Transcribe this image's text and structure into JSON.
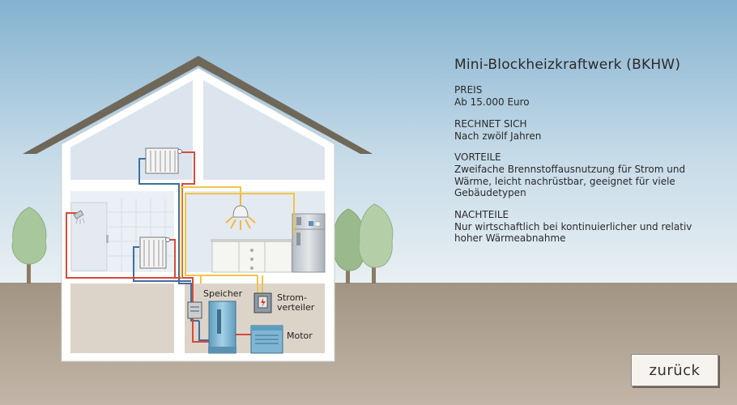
{
  "info": {
    "title": "Mini-Blockheizkraftwerk (BKHW)",
    "sections": [
      {
        "heading": "PREIS",
        "text": "Ab 15.000 Euro"
      },
      {
        "heading": "RECHNET SICH",
        "text": "Nach zwölf Jahren"
      },
      {
        "heading": "VORTEILE",
        "text": "Zweifache Brennstoffausnutzung für Strom und Wärme, leicht nachrüstbar, geeignet für viele Gebäudetypen"
      },
      {
        "heading": "NACHTEILE",
        "text": "Nur wirtschaftlich bei kontinuierlicher und relativ hoher Wärmeabnahme"
      }
    ]
  },
  "labels": {
    "speicher": "Speicher",
    "stromverteiler_line1": "Strom-",
    "stromverteiler_line2": "verteiler",
    "motor": "Motor"
  },
  "back_button": {
    "label": "zurück"
  },
  "colors": {
    "sky_top": "#86b4d1",
    "sky_bottom": "#e6eff4",
    "ground": "#a79a8b",
    "roof": "#6f6758",
    "wall": "#ffffff",
    "room_bg": "#dfe7ef",
    "basement_bg": "#ddd4c9",
    "hot_pipe": "#d84a3a",
    "cold_pipe": "#3f6f9d",
    "power_line": "#f2c447",
    "tank": "#7fb6d4",
    "tree": "#9bbf8f"
  }
}
